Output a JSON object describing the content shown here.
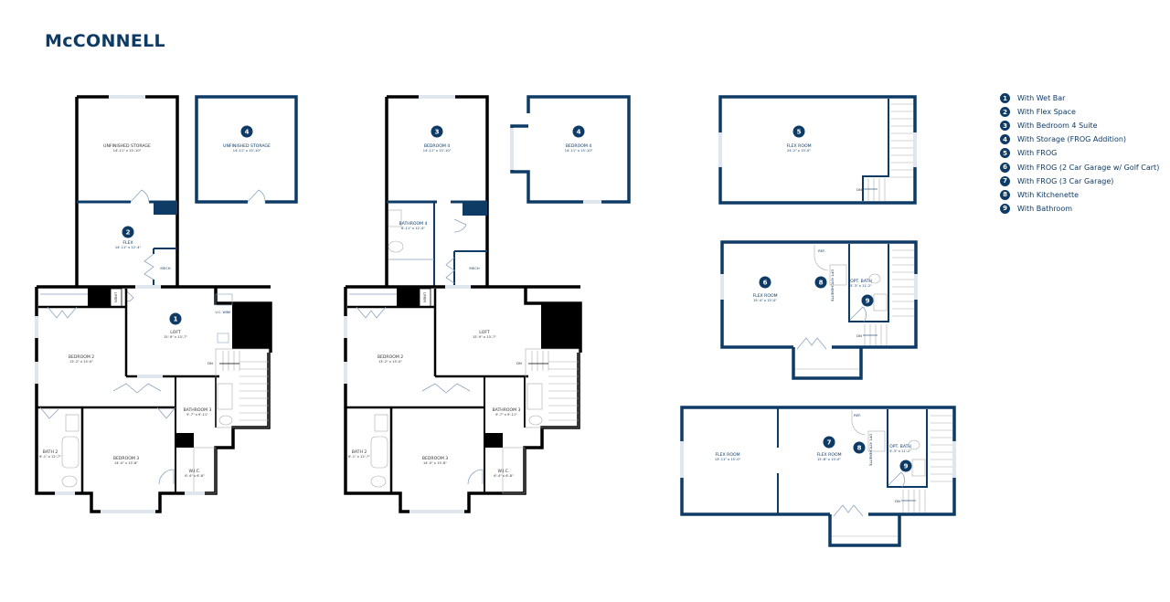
{
  "title": "McCONNELL",
  "colors": {
    "brand": "#0d3b66",
    "wall": "#000000",
    "option_wall": "#0d3b66",
    "fixture": "#c8d4e0"
  },
  "legend": [
    {
      "num": "1",
      "label": "With Wet Bar"
    },
    {
      "num": "2",
      "label": "With Flex Space"
    },
    {
      "num": "3",
      "label": "With Bedroom 4 Suite"
    },
    {
      "num": "4",
      "label": "With Storage (FROG Addition)"
    },
    {
      "num": "5",
      "label": "With FROG"
    },
    {
      "num": "6",
      "label": "With FROG (2 Car Garage w/ Golf Cart)"
    },
    {
      "num": "7",
      "label": "With FROG (3 Car Garage)"
    },
    {
      "num": "8",
      "label": "Wtih Kitchenette"
    },
    {
      "num": "9",
      "label": "With Bathroom"
    }
  ],
  "plan_a": {
    "storage": {
      "name": "UNFINISHED STORAGE",
      "dims": "14'-11\" x 15'-10\""
    },
    "flex": {
      "name": "FLEX",
      "dims": "14'-11\" x 12'-4\"",
      "badge": "2"
    },
    "mech": "MECH",
    "storage_addition": {
      "name": "UNFINISHED STORAGE",
      "dims": "14'-11\" x 15'-10\"",
      "badge": "4"
    },
    "linen": "LINEN",
    "loft": {
      "name": "LOFT",
      "dims": "15'-9\" x 13'-7\"",
      "badge": "1"
    },
    "wine": "U.C. WINE",
    "bedroom2": {
      "name": "BEDROOM 2",
      "dims": "13'-2\" x 15'-0\""
    },
    "bathroom3": {
      "name": "BATHROOM 3",
      "dims": "9'-7\" x 9'-11\""
    },
    "bath2": {
      "name": "BATH 2",
      "dims": "6'-1\" x 12'-7\""
    },
    "bedroom3": {
      "name": "BEDROOM 3",
      "dims": "14'-0\" x 15'-8\""
    },
    "wic": {
      "name": "W.I.C.",
      "dims": "6'-4\" x 6'-8\""
    },
    "dn": "DN"
  },
  "plan_b": {
    "bedroom4": {
      "name": "BEDROOM 4",
      "dims": "14'-11\" x 15'-10\"",
      "badge": "3"
    },
    "bathroom4": {
      "name": "BATHROOM 4",
      "dims": "6'-11\" x 12'-4\""
    },
    "mech": "MECH",
    "bedroom4_addition": {
      "name": "BEDROOM 4",
      "dims": "14'-11\" x 15'-10\"",
      "badge": "4"
    },
    "linen": "LINEN",
    "loft": {
      "name": "LOFT",
      "dims": "15'-9\" x 13'-7\""
    },
    "bedroom2": {
      "name": "BEDROOM 2",
      "dims": "13'-2\" x 15'-0\""
    },
    "bathroom3": {
      "name": "BATHROOM 3",
      "dims": "9'-7\" x 9'-11\""
    },
    "bath2": {
      "name": "BATH 2",
      "dims": "6'-1\" x 12'-7\""
    },
    "bedroom3": {
      "name": "BEDROOM 3",
      "dims": "14'-0\" x 15'-8\""
    },
    "wic": {
      "name": "W.I.C.",
      "dims": "6'-4\" x 6'-8\""
    },
    "dn": "DN"
  },
  "frog5": {
    "name": "FLEX ROOM",
    "dims": "24'-2\" x 15'-0\"",
    "badge": "5",
    "dn": "DN"
  },
  "frog6": {
    "name": "FLEX ROOM",
    "dims": "19'-4\" x 15'-0\"",
    "badge": "6",
    "ref": "REF.",
    "kitchenette": "OPT. KITCHENETTE",
    "kitchen_badge": "8",
    "bath_name": "OPT. BATH",
    "bath_dims": "5'-3\" x 11'-2\"",
    "bath_badge": "9",
    "dn": "DN"
  },
  "frog7": {
    "left_name": "FLEX ROOM",
    "left_dims": "13'-11\" x 15'-0\"",
    "name": "FLEX ROOM",
    "dims": "15'-8\" x 15'-0\"",
    "badge": "7",
    "ref": "REF.",
    "kitchenette": "OPT. KITCHENETTE",
    "kitchen_badge": "8",
    "bath_name": "OPT. BATH",
    "bath_dims": "5'-3\" x 11'-2\"",
    "bath_badge": "9",
    "dn": "DN"
  }
}
